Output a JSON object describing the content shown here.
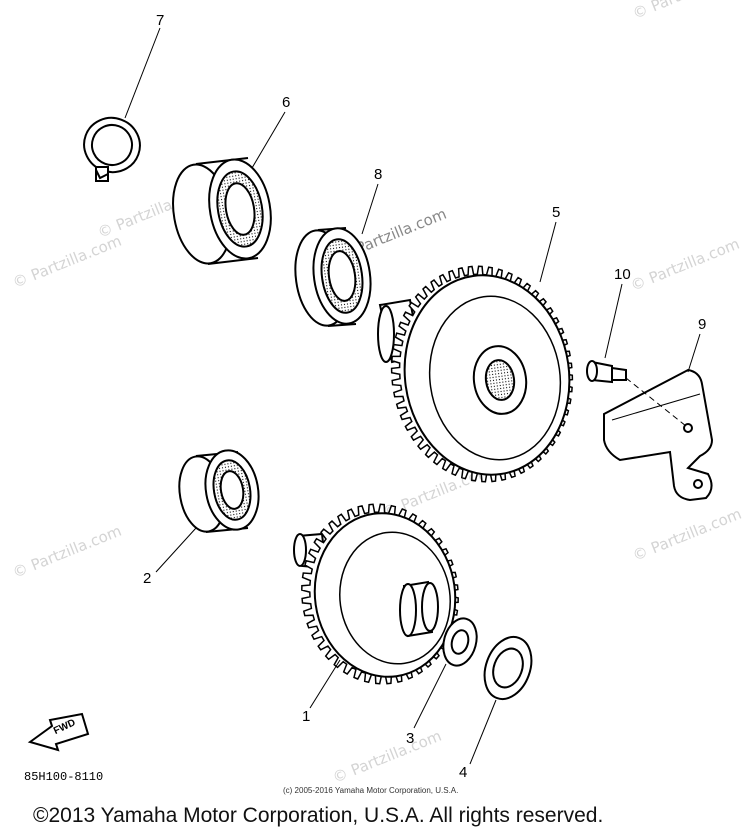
{
  "watermarks": [
    "© Partzilla.com",
    "© Partzilla.com",
    "© Partzilla.com",
    "© Partzilla.com",
    "© Partzilla.com",
    "© Partzilla.com",
    "© Partzilla.com",
    "© Partzilla.com",
    "© Partzilla.com"
  ],
  "callouts": {
    "c1": "1",
    "c2": "2",
    "c3": "3",
    "c4": "4",
    "c5": "5",
    "c6": "6",
    "c7": "7",
    "c8": "8",
    "c9": "9",
    "c10": "10"
  },
  "fwd_label": "FWD",
  "drawing_code": "85H100-8110",
  "small_copyright": "(c) 2005-2016 Yamaha Motor Corporation, U.S.A.",
  "main_copyright": "©2013 Yamaha Motor Corporation, U.S.A. All rights reserved."
}
